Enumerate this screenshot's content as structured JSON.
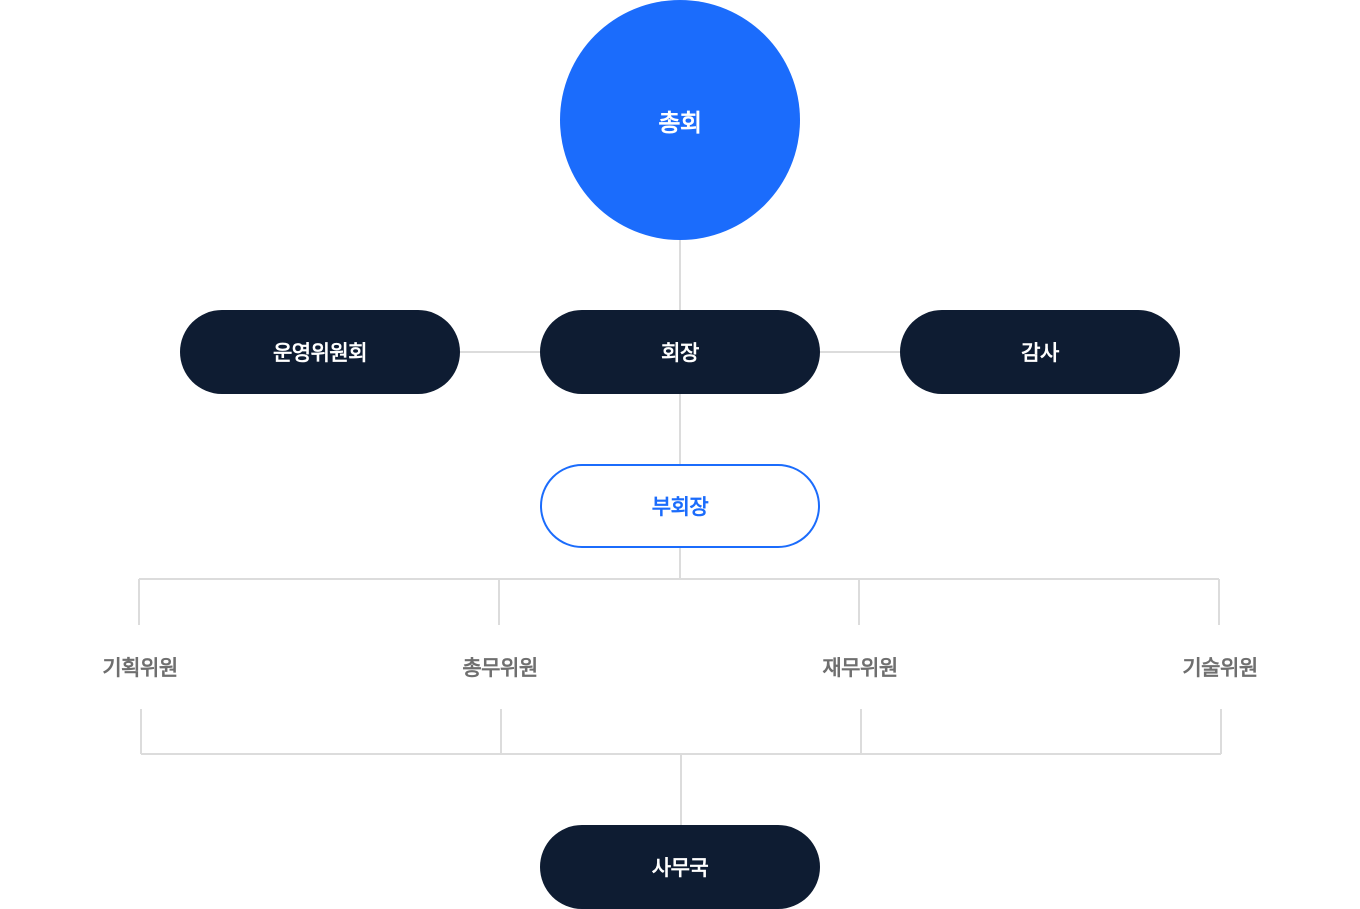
{
  "org_chart": {
    "general_assembly": {
      "label": "총회"
    },
    "steering_committee": {
      "label": "운영위원회"
    },
    "president": {
      "label": "회장"
    },
    "auditor": {
      "label": "감사"
    },
    "vice_president": {
      "label": "부회장"
    },
    "committee_members": [
      {
        "label": "기획위원"
      },
      {
        "label": "총무위원"
      },
      {
        "label": "재무위원"
      },
      {
        "label": "기술위원"
      }
    ],
    "secretariat": {
      "label": "사무국"
    }
  },
  "colors": {
    "primary_blue": "#1b6cfc",
    "dark_navy": "#0e1c32",
    "connector_gray": "#dcdcdc",
    "member_text_gray": "#6f6f6f"
  }
}
